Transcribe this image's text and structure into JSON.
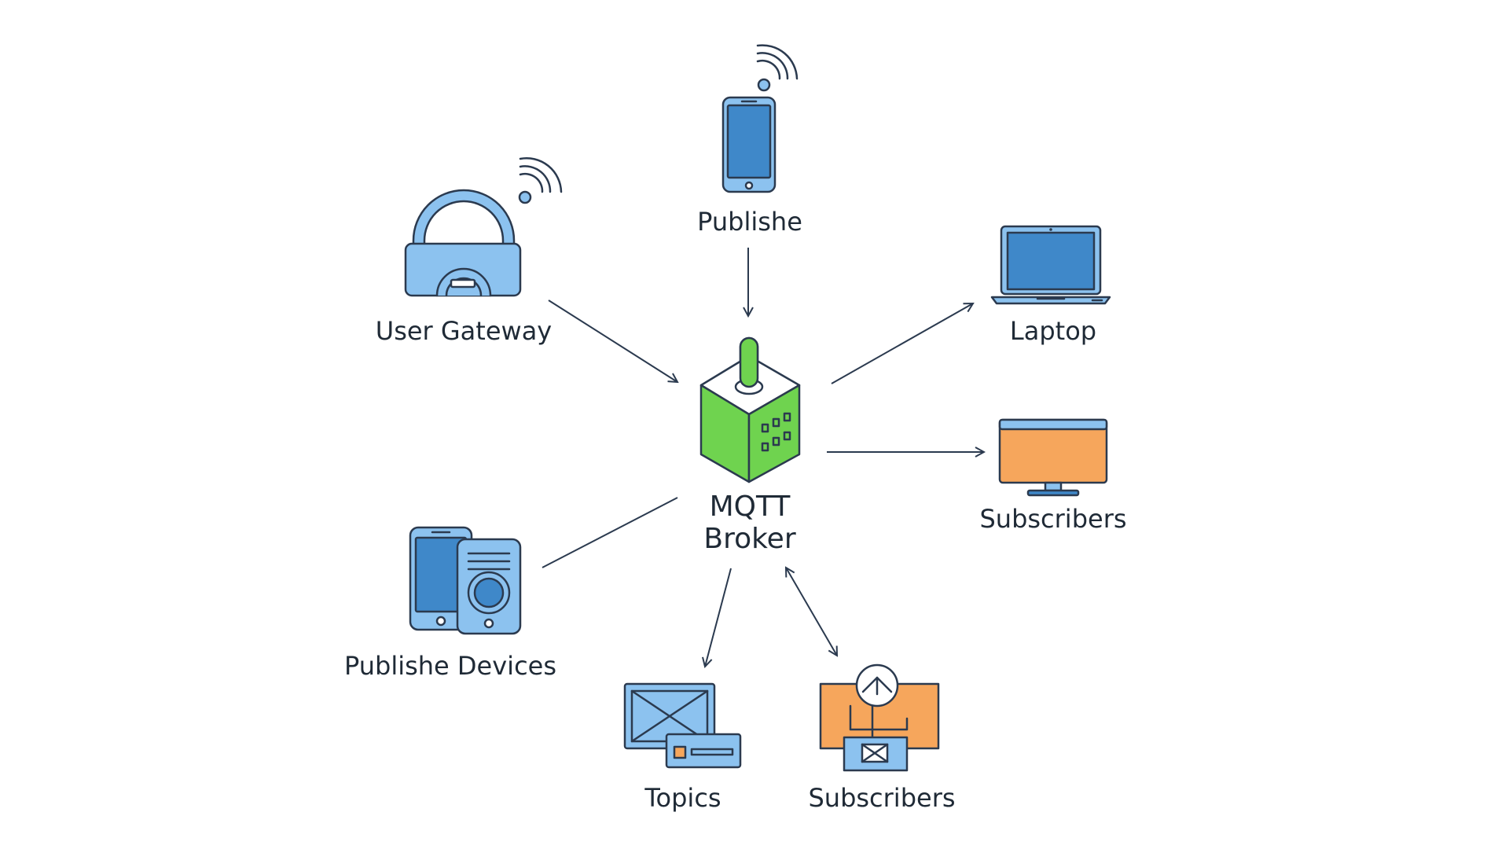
{
  "diagram": {
    "nodes": {
      "broker": {
        "line1": "MQTT",
        "line2": "Broker",
        "icon": "mqtt-broker-cube-icon"
      },
      "publisher_top": {
        "label": "Publishe",
        "icon": "smartphone-icon"
      },
      "user_gateway": {
        "label": "User Gateway",
        "icon": "gateway-lock-icon"
      },
      "laptop": {
        "label": "Laptop",
        "icon": "laptop-icon"
      },
      "subscribers_monitor": {
        "label": "Subscribers",
        "icon": "monitor-icon"
      },
      "publisher_devices": {
        "label": "Publishe Devices",
        "icon": "phone-and-speaker-icon"
      },
      "topics": {
        "label": "Topics",
        "icon": "envelope-card-icon"
      },
      "subscribers_board": {
        "label": "Subscribers",
        "icon": "subscriber-board-icon"
      }
    },
    "edges": [
      {
        "from": "publisher_top",
        "to": "broker",
        "direction": "to"
      },
      {
        "from": "user_gateway",
        "to": "broker",
        "direction": "to"
      },
      {
        "from": "broker",
        "to": "laptop",
        "direction": "to"
      },
      {
        "from": "broker",
        "to": "subscribers_monitor",
        "direction": "to"
      },
      {
        "from": "broker",
        "to": "publisher_devices",
        "direction": "none"
      },
      {
        "from": "broker",
        "to": "topics",
        "direction": "to"
      },
      {
        "from": "broker",
        "to": "subscribers_board",
        "direction": "both"
      }
    ],
    "colors": {
      "device_blue": "#3f88c9",
      "device_light_blue": "#8cc2ef",
      "broker_green": "#6fd34f",
      "subscriber_orange": "#f6a65c",
      "outline": "#2b3a4f"
    }
  }
}
